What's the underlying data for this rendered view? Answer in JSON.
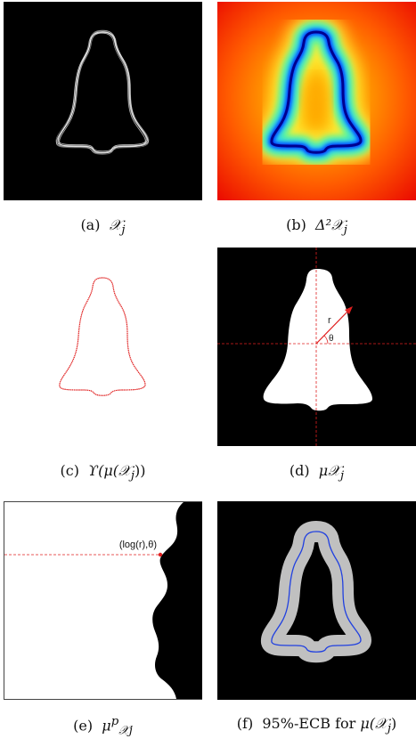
{
  "figure": {
    "panels": [
      {
        "id": "a",
        "caption_label": "(a)",
        "caption_math": "𝒳",
        "caption_sub": "j",
        "caption_prefix": ""
      },
      {
        "id": "b",
        "caption_label": "(b)",
        "caption_math": "Δ²𝒳",
        "caption_sub": "j",
        "caption_prefix": ""
      },
      {
        "id": "c",
        "caption_label": "(c)",
        "caption_math": "ϒ(μ(𝒳",
        "caption_sub": "j",
        "caption_suffix": "))"
      },
      {
        "id": "d",
        "caption_label": "(d)",
        "caption_math": "μ𝒳",
        "caption_sub": "j",
        "caption_prefix": ""
      },
      {
        "id": "e",
        "caption_label": "(e)",
        "caption_math": "μ",
        "caption_sup": "p",
        "caption_sub": "𝒳j"
      },
      {
        "id": "f",
        "caption_label": "(f)",
        "caption_text": "95%-ECB for",
        "caption_math": "μ(𝒳",
        "caption_sub": "j",
        "caption_suffix": ")"
      }
    ],
    "annotations": {
      "radius_label": "r",
      "angle_label": "θ",
      "polar_point_label": "(log(r),θ)"
    },
    "colors": {
      "background_dark": "#000000",
      "contour_red": "#e02020",
      "band_gray": "#c0c0c0",
      "mean_blue": "#2040e0",
      "shape_white": "#ffffff"
    }
  }
}
